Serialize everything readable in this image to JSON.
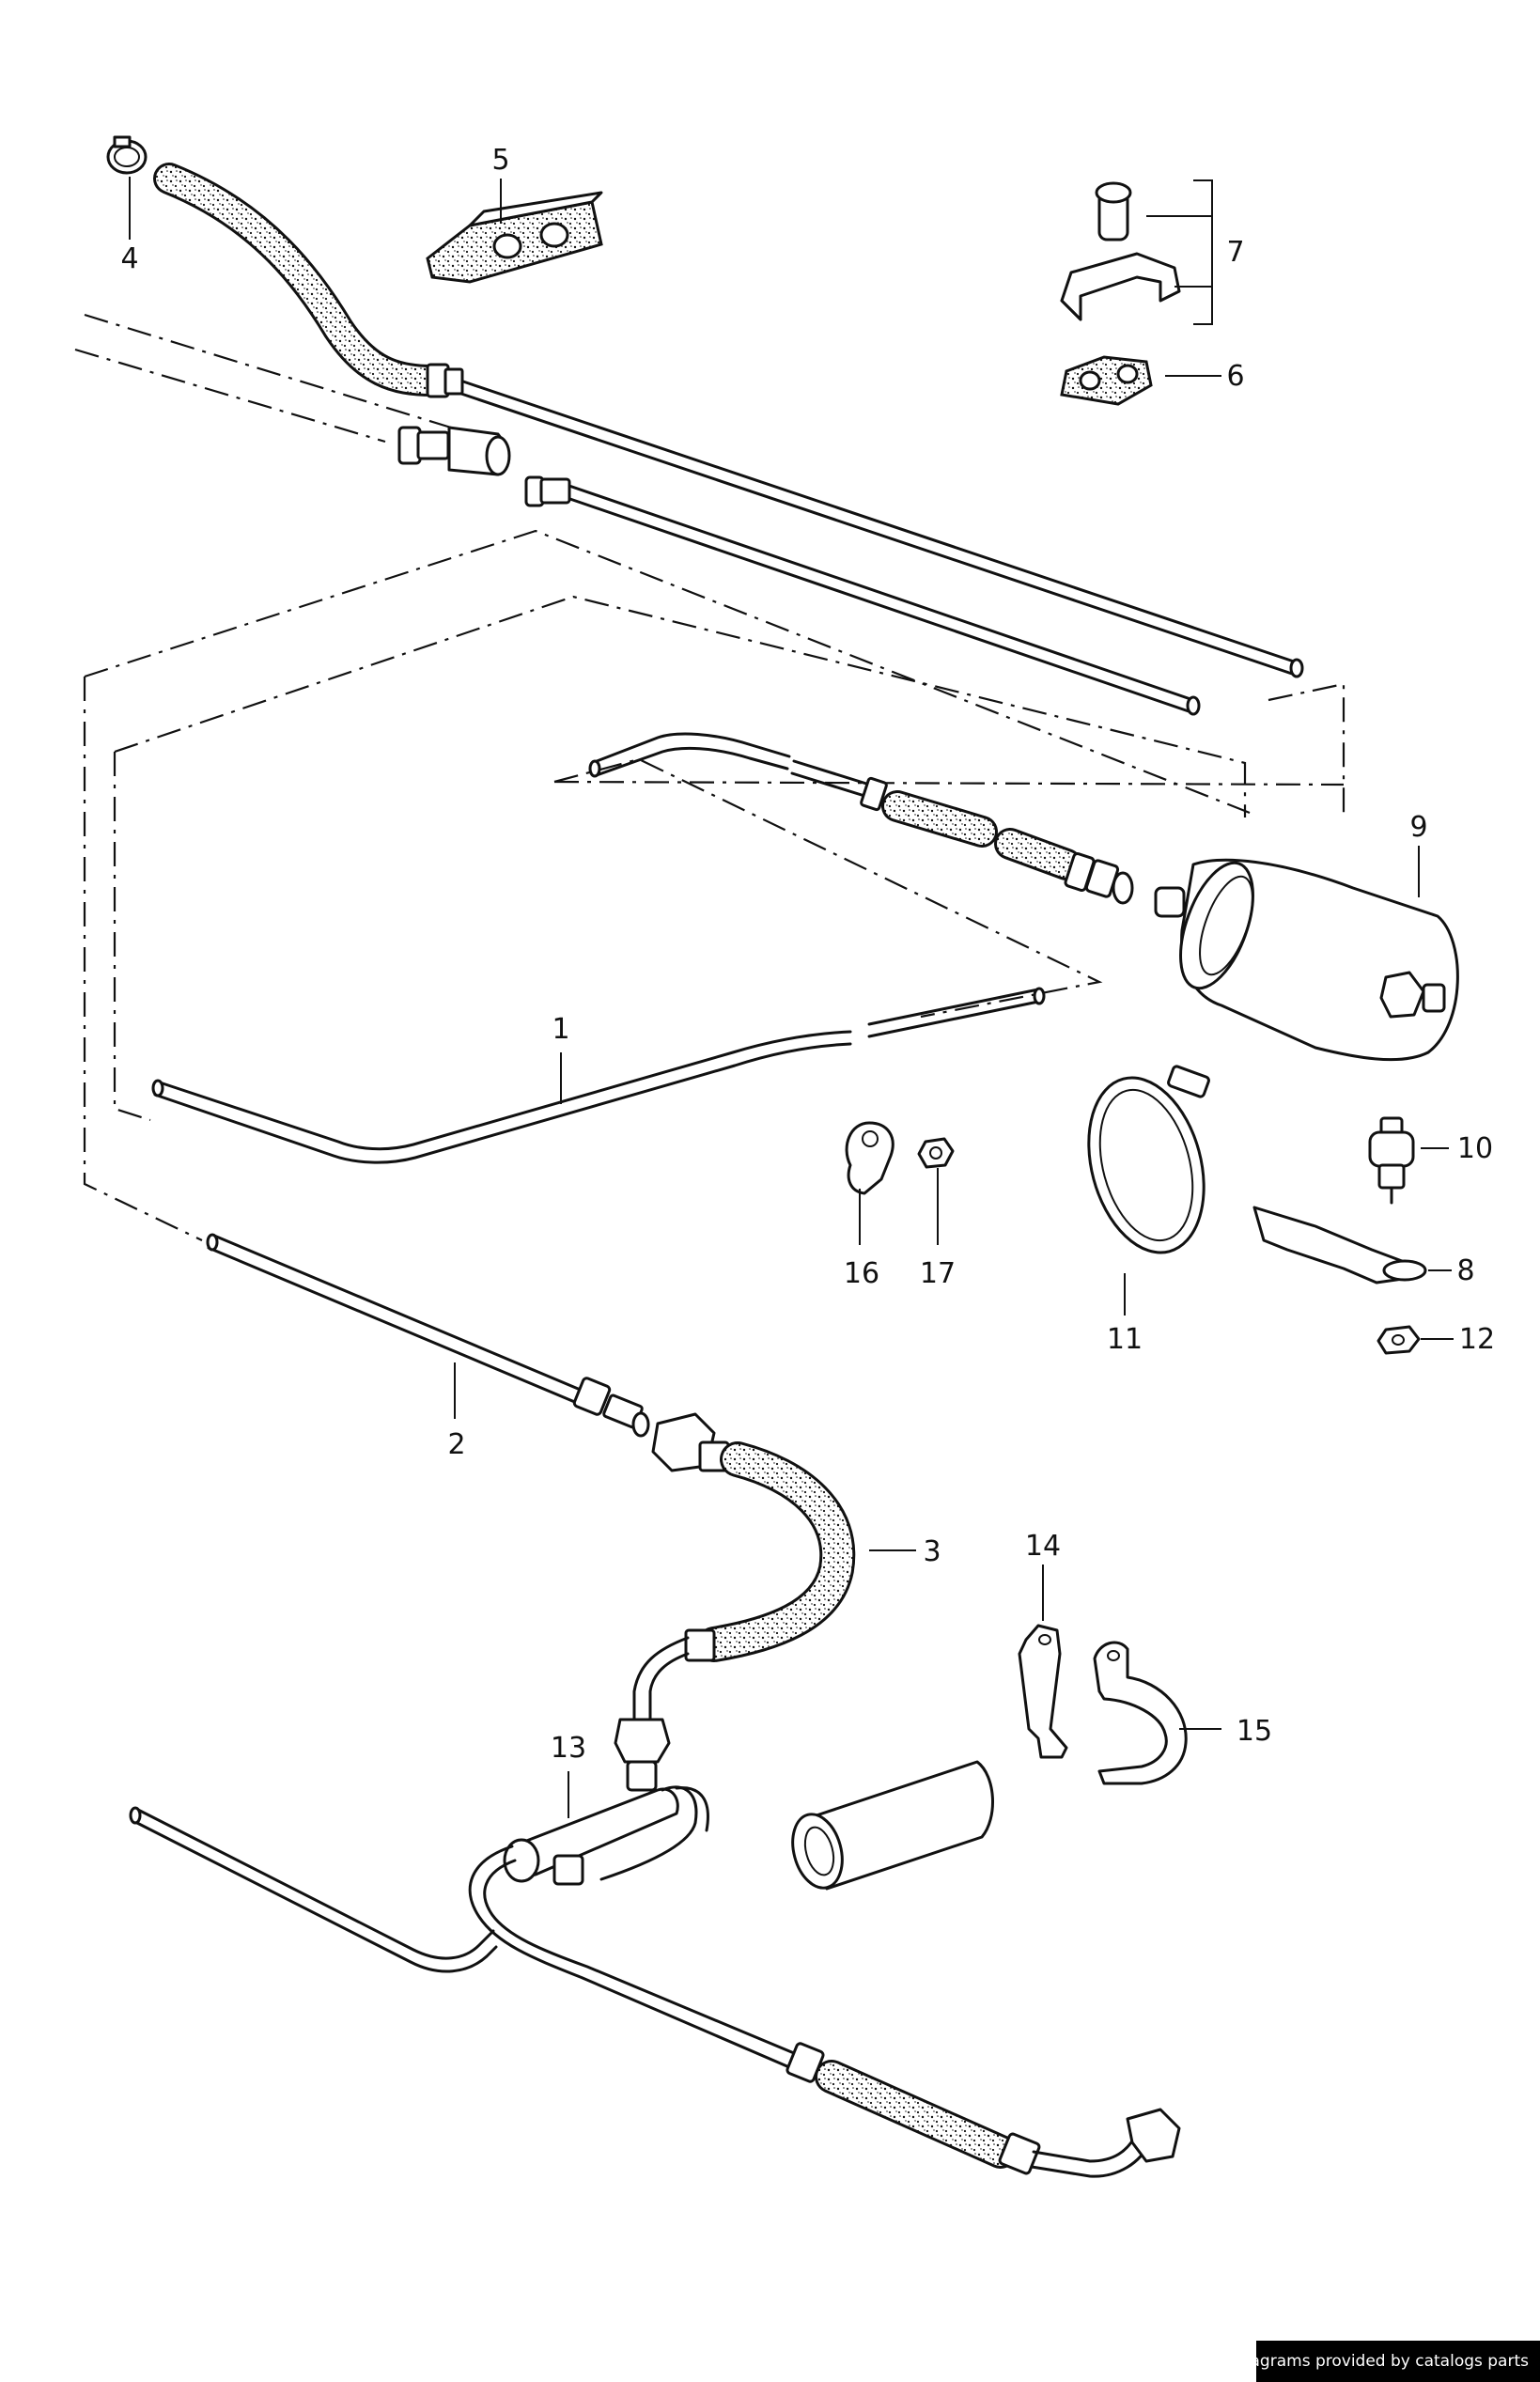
{
  "diagram": {
    "callouts": {
      "c1": "1",
      "c2": "2",
      "c3": "3",
      "c4": "4",
      "c5": "5",
      "c6": "6",
      "c7": "7",
      "c8": "8",
      "c9": "9",
      "c10": "10",
      "c11": "11",
      "c12": "12",
      "c13": "13",
      "c14": "14",
      "c15": "15",
      "c16": "16",
      "c17": "17"
    }
  },
  "footer": {
    "credit": "Diagrams provided by catalogs parts"
  },
  "colors": {
    "line": "#111111",
    "background": "#ffffff",
    "hose_texture": "stippled",
    "credit_bg": "#000000"
  }
}
